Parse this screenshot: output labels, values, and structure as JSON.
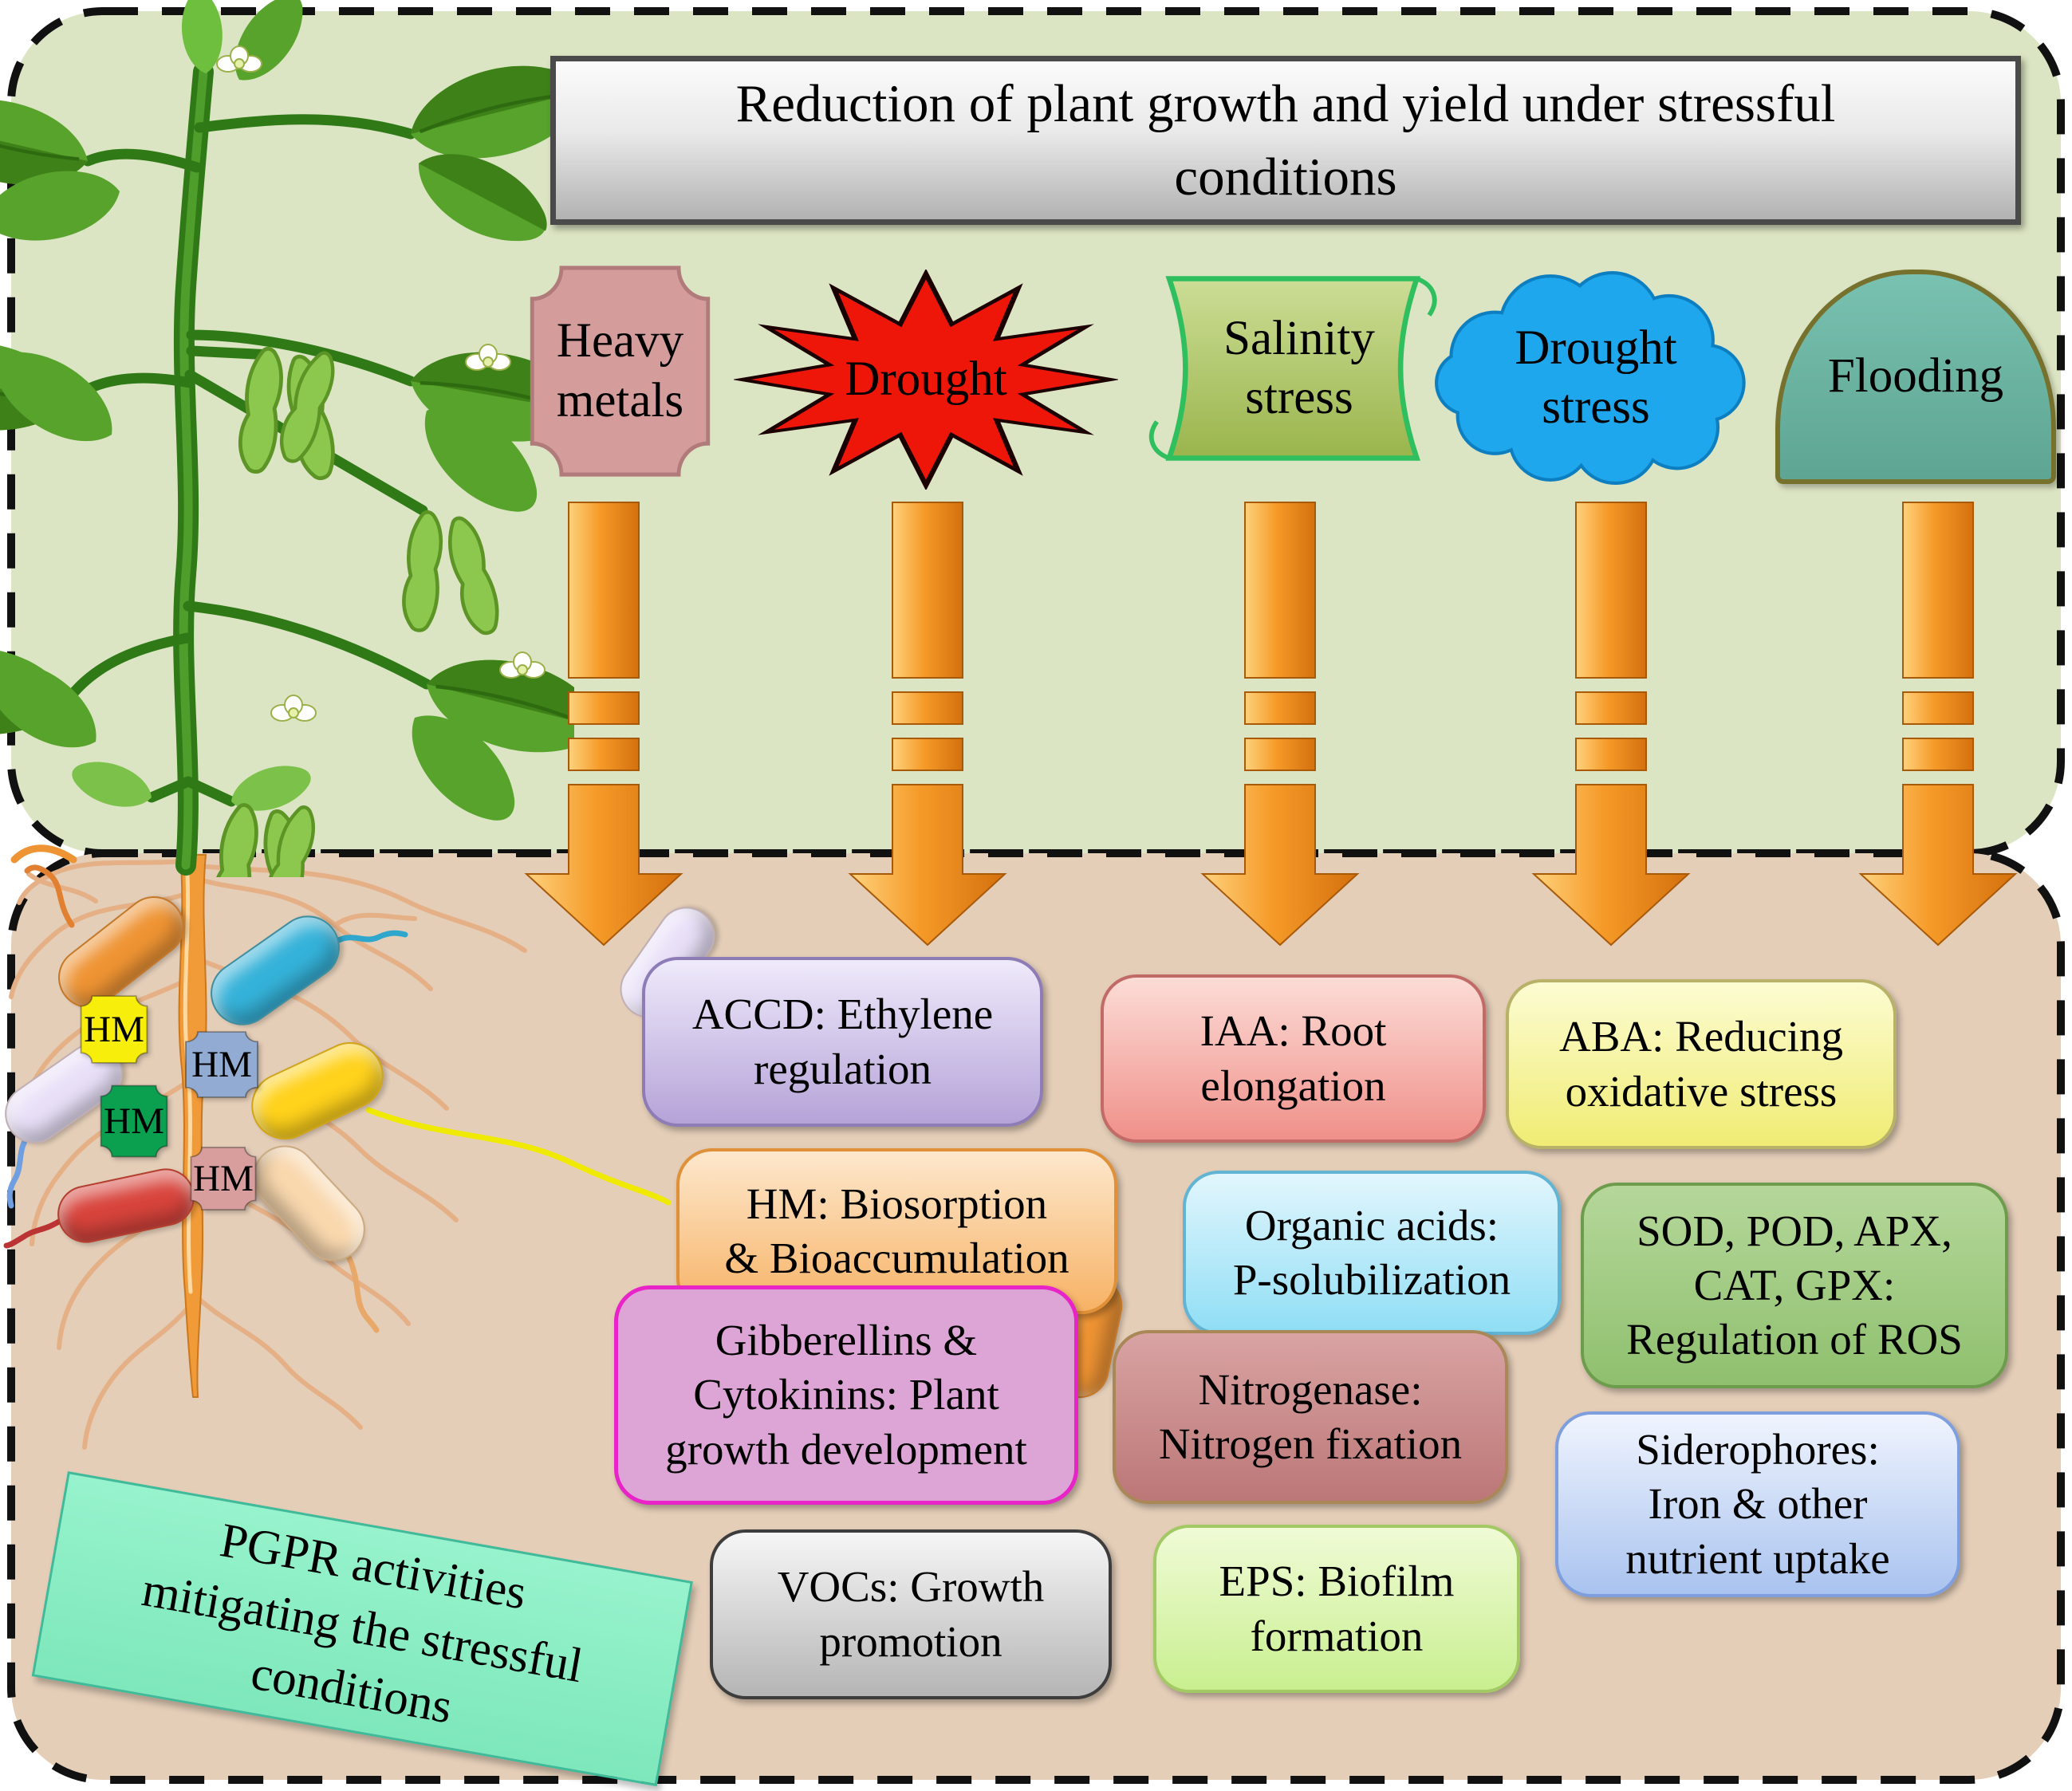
{
  "figure": {
    "type": "scientific-diagram",
    "topic": "PGPR mitigation of plant stress"
  },
  "top_panel": {
    "background": "#dce5c3",
    "title": "Reduction of plant growth and yield under stressful\nconditions",
    "stresses": [
      {
        "id": "heavy-metals",
        "label": "Heavy\nmetals",
        "shape": "plaque",
        "fill": "#d59c9c"
      },
      {
        "id": "drought",
        "label": "Drought",
        "shape": "starburst-12pt",
        "fill": "#ee1509"
      },
      {
        "id": "salinity",
        "label": "Salinity\nstress",
        "shape": "vertical-scroll",
        "fill": "#b0c86a"
      },
      {
        "id": "drought-stress",
        "label": "Drought\nstress",
        "shape": "cloud",
        "fill": "#1ea7ec"
      },
      {
        "id": "flooding",
        "label": "Flooding",
        "shape": "arch",
        "fill": "#6ab4a3"
      }
    ]
  },
  "arrows": {
    "count": 5,
    "color": "#f59a28",
    "direction": "down"
  },
  "soil_panel": {
    "background": "#e4ceb8",
    "pgpr_note": "PGPR activities\nmitigating the stressful\nconditions",
    "pgpr_fill": "#8df0c8",
    "hm_label": "HM",
    "hm_tags": [
      {
        "fill": "#f8ee0c"
      },
      {
        "fill": "#92abd2"
      },
      {
        "fill": "#0aa04f"
      },
      {
        "fill": "#d89e9e"
      }
    ],
    "boxes": [
      {
        "id": "accd",
        "label": "ACCD: Ethylene\nregulation",
        "fill": "#c9b9e3"
      },
      {
        "id": "iaa",
        "label": "IAA: Root\nelongation",
        "fill": "#f3a09a"
      },
      {
        "id": "aba",
        "label": "ABA: Reducing\noxidative stress",
        "fill": "#f2ee80"
      },
      {
        "id": "hm-biosorption",
        "label": "HM: Biosorption\n& Bioaccumulation",
        "fill": "#f8c183"
      },
      {
        "id": "organic-acids",
        "label": "Organic acids:\nP-solubilization",
        "fill": "#a8e6f7"
      },
      {
        "id": "sod-pod",
        "label": "SOD, POD, APX,\nCAT, GPX:\nRegulation of ROS",
        "fill": "#9cc97e"
      },
      {
        "id": "gibberellins",
        "label": "Gibberellins &\nCytokinins: Plant\ngrowth development",
        "fill": "#dca5d5"
      },
      {
        "id": "nitrogenase",
        "label": "Nitrogenase:\nNitrogen fixation",
        "fill": "#c98e8e"
      },
      {
        "id": "siderophores",
        "label": "Siderophores:\nIron & other\nnutrient uptake",
        "fill": "#bcd0f4"
      },
      {
        "id": "vocs",
        "label": "VOCs: Growth\npromotion",
        "fill": "#d6d6d6"
      },
      {
        "id": "eps",
        "label": "EPS: Biofilm\nformation",
        "fill": "#daf3a6"
      }
    ],
    "bacteria_colors": [
      "#ef9434",
      "#35b2d9",
      "#e9e0f8",
      "#ffd21c",
      "#d8443c",
      "#f9d8ae"
    ]
  }
}
